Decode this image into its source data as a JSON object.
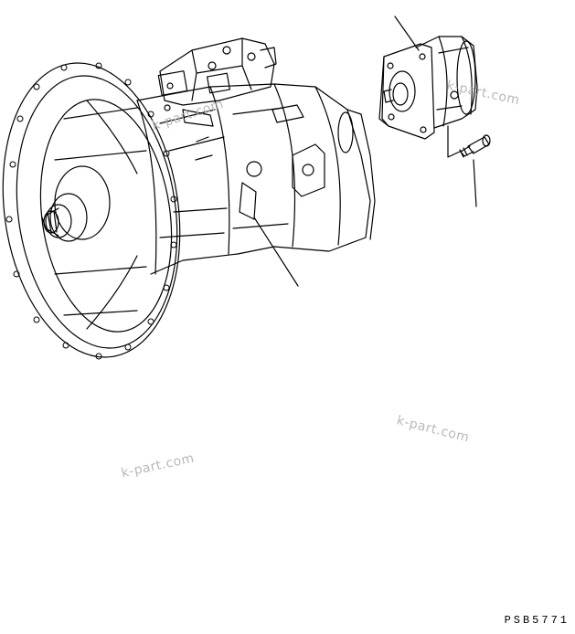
{
  "watermarks": [
    "k-part.com",
    "k-part.com",
    "k-part.com",
    "k-part.com"
  ],
  "drawing_code": "PSB5771",
  "colors": {
    "line": "#000000",
    "watermark": "#b8b8b8",
    "background": "#ffffff"
  }
}
